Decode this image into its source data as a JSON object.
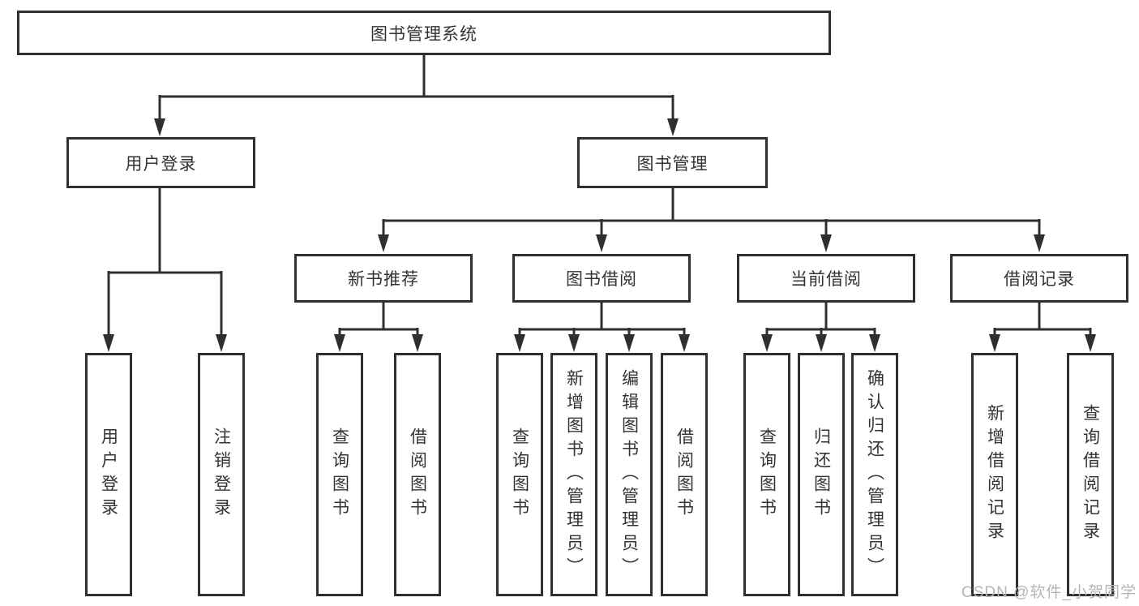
{
  "colors": {
    "line": "#2f2f2f",
    "text": "#333333",
    "background": "#ffffff",
    "watermark": "#b5b5b5"
  },
  "diagram": {
    "root": {
      "label": "图书管理系统"
    },
    "level2": {
      "user_login": {
        "label": "用户登录"
      },
      "book_mgmt": {
        "label": "图书管理"
      }
    },
    "level3": {
      "new_books": {
        "label": "新书推荐"
      },
      "book_borrow": {
        "label": "图书借阅"
      },
      "current_borrow": {
        "label": "当前借阅"
      },
      "borrow_records": {
        "label": "借阅记录"
      }
    },
    "leaves": {
      "user_login_leaf": {
        "label": "用户登录"
      },
      "logout": {
        "label": "注销登录"
      },
      "nb_query": {
        "label": "查询图书"
      },
      "nb_borrow": {
        "label": "借阅图书"
      },
      "bb_query": {
        "label": "查询图书"
      },
      "bb_add": {
        "label": "新增图书（管理员）"
      },
      "bb_edit": {
        "label": "编辑图书（管理员）"
      },
      "bb_borrow": {
        "label": "借阅图书"
      },
      "cb_query": {
        "label": "查询图书"
      },
      "cb_return": {
        "label": "归还图书"
      },
      "cb_confirm": {
        "label": "确认归还（管理员）"
      },
      "br_add": {
        "label": "新增借阅记录"
      },
      "br_query": {
        "label": "查询借阅记录"
      }
    }
  },
  "watermark": {
    "text": "CSDN @软件_小贺同学"
  }
}
